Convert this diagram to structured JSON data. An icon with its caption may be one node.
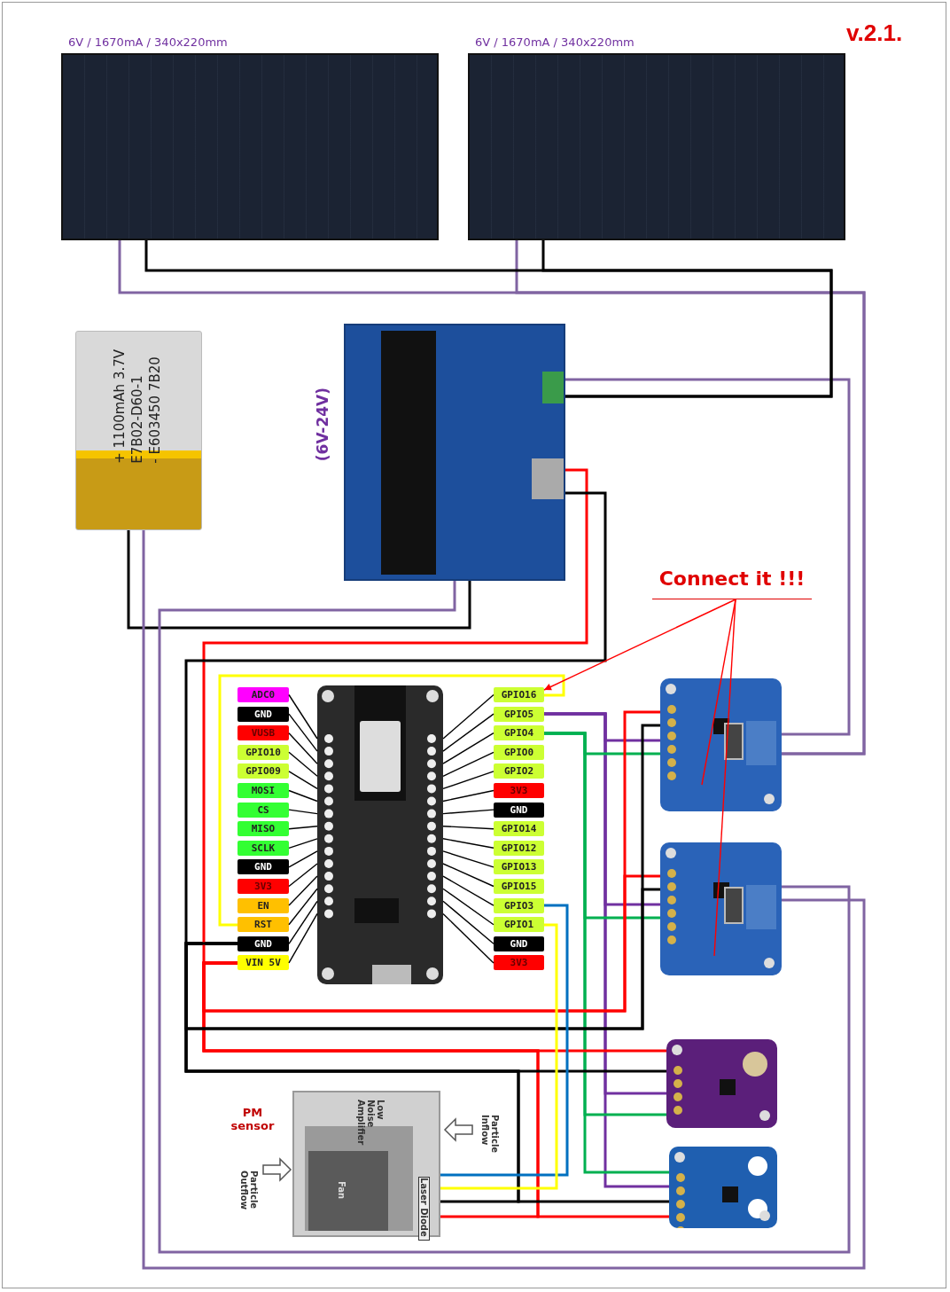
{
  "diagram": {
    "nodes": [
      {
        "text": [
          "6V / 1670mA / 340x220mm"
        ]
      },
      {
        "text": [
          "6V / 1670mA / 340x220mm"
        ]
      },
      {
        "text": [
          "- E603450 7B20",
          "E7B02-D60-1",
          "+ 1100mAh 3.7V"
        ]
      },
      {
        "text": [
          "(6V-24V)"
        ]
      },
      {
        "text": [],
        "shape": "picture"
      },
      {
        "text": [
          "ADC0"
        ]
      },
      {
        "text": [
          "GND"
        ]
      },
      {
        "text": [
          "VUSB"
        ]
      },
      {
        "text": [
          "GPIO10"
        ]
      },
      {
        "text": [
          "GPIO09"
        ]
      },
      {
        "text": [
          "MOSI"
        ]
      },
      {
        "text": [
          "CS"
        ]
      },
      {
        "text": [
          "MISO"
        ]
      },
      {
        "text": [
          "SCLK"
        ]
      },
      {
        "text": [
          "GND"
        ]
      },
      {
        "text": [
          "3V3"
        ]
      },
      {
        "text": [
          "EN"
        ]
      },
      {
        "text": [
          "RST"
        ]
      },
      {
        "text": [
          "GND"
        ]
      },
      {
        "text": [
          "VIN 5V"
        ]
      },
      {
        "text": [
          "GPIO16"
        ]
      },
      {
        "text": [
          "GPIO5"
        ]
      },
      {
        "text": [
          "GPIO4"
        ]
      },
      {
        "text": [
          "GPIO0"
        ]
      },
      {
        "text": [
          "GPIO2"
        ]
      },
      {
        "text": [
          "3V3"
        ]
      },
      {
        "text": [
          "GND"
        ]
      },
      {
        "text": [
          "GPIO14"
        ]
      },
      {
        "text": [
          "GPIO12"
        ]
      },
      {
        "text": [
          "GPIO13"
        ]
      },
      {
        "text": [
          "GPIO15"
        ]
      },
      {
        "text": [
          "GPIO3"
        ]
      },
      {
        "text": [
          "GPIO1"
        ]
      },
      {
        "text": [
          "GND"
        ]
      },
      {
        "text": [
          "3V3"
        ]
      },
      {
        "text": [],
        "shape": "picture"
      },
      {
        "text": [],
        "shape": "picture"
      },
      {
        "text": [],
        "shape": "picture"
      },
      {
        "text": [],
        "shape": "picture"
      },
      {
        "text": [
          "PM sensor",
          "Low Noise Amplifier",
          "Particle Inflow",
          "Fan",
          "Laser Diode",
          "Particle Outflow"
        ]
      },
      {
        "text": [
          "Connect it !!!"
        ]
      }
    ],
    "edges": [
      {
        "from": 20,
        "to": 17,
        "arrow": "none",
        "color": "#ffff00"
      },
      {
        "from": 21,
        "to": 35,
        "arrow": "none",
        "color": "#7030a0"
      },
      {
        "from": 21,
        "to": 36,
        "arrow": "none",
        "color": "#7030a0"
      },
      {
        "from": 21,
        "to": 37,
        "arrow": "none",
        "color": "#7030a0"
      },
      {
        "from": 21,
        "to": 38,
        "arrow": "none",
        "color": "#7030a0"
      },
      {
        "from": 22,
        "to": 35,
        "arrow": "none",
        "color": "#00b050"
      },
      {
        "from": 22,
        "to": 36,
        "arrow": "none",
        "color": "#00b050"
      },
      {
        "from": 22,
        "to": 37,
        "arrow": "none",
        "color": "#00b050"
      },
      {
        "from": 22,
        "to": 38,
        "arrow": "none",
        "color": "#00b050"
      },
      {
        "from": 19,
        "to": 35,
        "arrow": "none",
        "color": "#ff0000"
      },
      {
        "from": 19,
        "to": 36,
        "arrow": "none",
        "color": "#ff0000"
      },
      {
        "from": 19,
        "to": 37,
        "arrow": "none",
        "color": "#ff0000"
      },
      {
        "from": 19,
        "to": 38,
        "arrow": "none",
        "color": "#ff0000"
      },
      {
        "from": 19,
        "to": 39,
        "arrow": "none",
        "color": "#ff0000"
      },
      {
        "from": 18,
        "to": 35,
        "arrow": "none",
        "color": "#000000"
      },
      {
        "from": 18,
        "to": 36,
        "arrow": "none",
        "color": "#000000"
      },
      {
        "from": 18,
        "to": 37,
        "arrow": "none",
        "color": "#000000"
      },
      {
        "from": 18,
        "to": 38,
        "arrow": "none",
        "color": "#000000"
      },
      {
        "from": 18,
        "to": 39,
        "arrow": "none",
        "color": "#000000"
      },
      {
        "from": 31,
        "to": 39,
        "arrow": "none",
        "color": "#0070c0"
      },
      {
        "from": 32,
        "to": 39,
        "arrow": "none",
        "color": "#ffff00"
      },
      {
        "from": 0,
        "to": 35,
        "arrow": "none",
        "color": "#8064a2"
      },
      {
        "from": 1,
        "to": 35,
        "arrow": "none",
        "color": "#8064a2"
      },
      {
        "from": 35,
        "to": 3,
        "arrow": "none",
        "color": "#8064a2"
      },
      {
        "from": 0,
        "to": 3,
        "arrow": "none",
        "color": "#000000"
      },
      {
        "from": 1,
        "to": 3,
        "arrow": "none",
        "color": "#000000"
      },
      {
        "from": 2,
        "to": 3,
        "arrow": "none",
        "color": "#000000"
      },
      {
        "from": 3,
        "to": 19,
        "arrow": "none",
        "color": "#ff0000"
      },
      {
        "from": 3,
        "to": 18,
        "arrow": "none",
        "color": "#000000"
      },
      {
        "from": 2,
        "to": 36,
        "arrow": "none",
        "color": "#8064a2"
      },
      {
        "from": 36,
        "to": 3,
        "arrow": "none",
        "color": "#8064a2"
      },
      {
        "from": 40,
        "to": 20,
        "arrow": "to",
        "color": "#ff0000"
      },
      {
        "from": 40,
        "to": 35,
        "arrow": "none",
        "color": "#ff0000"
      },
      {
        "from": 40,
        "to": 36,
        "arrow": "none",
        "color": "#ff0000"
      },
      {
        "from": 5,
        "to": 4,
        "arrow": "none",
        "color": "#000000"
      },
      {
        "from": 6,
        "to": 4,
        "arrow": "none",
        "color": "#000000"
      },
      {
        "from": 7,
        "to": 4,
        "arrow": "none",
        "color": "#000000"
      },
      {
        "from": 8,
        "to": 4,
        "arrow": "none",
        "color": "#000000"
      },
      {
        "from": 9,
        "to": 4,
        "arrow": "none",
        "color": "#000000"
      },
      {
        "from": 10,
        "to": 4,
        "arrow": "none",
        "color": "#000000"
      },
      {
        "from": 11,
        "to": 4,
        "arrow": "none",
        "color": "#000000"
      },
      {
        "from": 12,
        "to": 4,
        "arrow": "none",
        "color": "#000000"
      },
      {
        "from": 13,
        "to": 4,
        "arrow": "none",
        "color": "#000000"
      },
      {
        "from": 14,
        "to": 4,
        "arrow": "none",
        "color": "#000000"
      },
      {
        "from": 15,
        "to": 4,
        "arrow": "none",
        "color": "#000000"
      },
      {
        "from": 16,
        "to": 4,
        "arrow": "none",
        "color": "#000000"
      },
      {
        "from": 17,
        "to": 4,
        "arrow": "none",
        "color": "#000000"
      },
      {
        "from": 18,
        "to": 4,
        "arrow": "none",
        "color": "#000000"
      },
      {
        "from": 19,
        "to": 4,
        "arrow": "none",
        "color": "#000000"
      },
      {
        "from": 20,
        "to": 4,
        "arrow": "none",
        "color": "#000000"
      },
      {
        "from": 21,
        "to": 4,
        "arrow": "none",
        "color": "#000000"
      },
      {
        "from": 22,
        "to": 4,
        "arrow": "none",
        "color": "#000000"
      },
      {
        "from": 23,
        "to": 4,
        "arrow": "none",
        "color": "#000000"
      },
      {
        "from": 24,
        "to": 4,
        "arrow": "none",
        "color": "#000000"
      },
      {
        "from": 25,
        "to": 4,
        "arrow": "none",
        "color": "#000000"
      },
      {
        "from": 26,
        "to": 4,
        "arrow": "none",
        "color": "#000000"
      },
      {
        "from": 27,
        "to": 4,
        "arrow": "none",
        "color": "#000000"
      },
      {
        "from": 28,
        "to": 4,
        "arrow": "none",
        "color": "#000000"
      },
      {
        "from": 29,
        "to": 4,
        "arrow": "none",
        "color": "#000000"
      },
      {
        "from": 30,
        "to": 4,
        "arrow": "none",
        "color": "#000000"
      },
      {
        "from": 31,
        "to": 4,
        "arrow": "none",
        "color": "#000000"
      },
      {
        "from": 32,
        "to": 4,
        "arrow": "none",
        "color": "#000000"
      },
      {
        "from": 33,
        "to": 4,
        "arrow": "none",
        "color": "#000000"
      },
      {
        "from": 34,
        "to": 4,
        "arrow": "none",
        "color": "#000000"
      }
    ],
    "labels": [
      "v.2.1."
    ]
  }
}
